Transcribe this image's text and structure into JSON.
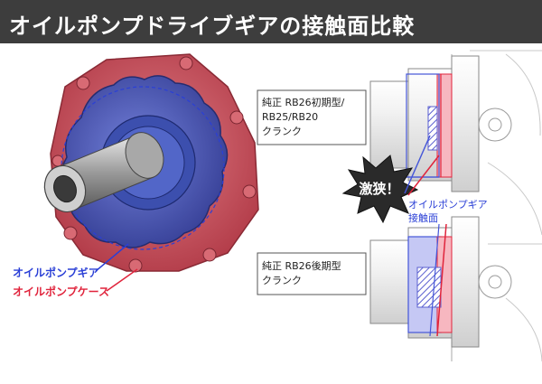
{
  "header": {
    "title": "オイルポンプドライブギアの接触面比較"
  },
  "left_panel": {
    "labels": {
      "gear": "オイルポンプギア",
      "case": "オイルポンプケース"
    }
  },
  "right_panel": {
    "top_box_lines": [
      "純正 RB26初期型/",
      "RB25/RB20",
      "クランク"
    ],
    "burst_text": "激狭！",
    "contact_lines": [
      "オイルポンプギア",
      "接触面"
    ],
    "bottom_box_lines": [
      "純正 RB26後期型",
      "クランク"
    ]
  },
  "colors": {
    "header_bg": "#3d3d3d",
    "gear_label": "#2a3fd6",
    "case_label": "#e0243c",
    "pump_case": "#c9545e",
    "pump_gear": "#4b5fc2",
    "overlay_blue": "#4556d8",
    "overlay_red": "#e0243c"
  }
}
